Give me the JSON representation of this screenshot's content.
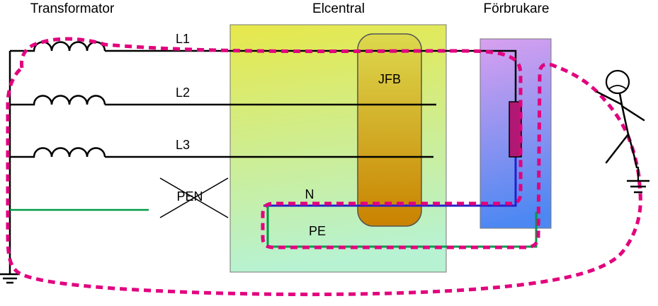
{
  "diagram": {
    "title_transformer": "Transformator",
    "title_central": "Elcentral",
    "title_consumer": "Förbrukare",
    "phase_labels": [
      "L1",
      "L2",
      "L3"
    ],
    "pen_label": "PEN",
    "neutral_label": "N",
    "pe_label": "PE",
    "rcd_label": "JFB"
  },
  "colors": {
    "line": "#000000",
    "neutral_line": "#2020cc",
    "protective_earth": "#009b48",
    "pen_line": "#009b48",
    "fault_path": "#e2007e",
    "central_box_top": "#e7e84a",
    "central_box_bottom": "#b7f2d2",
    "consumer_box_top": "#d9a0ef",
    "consumer_box_bottom": "#4d88f2",
    "rcd_top": "#dcd94e",
    "rcd_bottom": "#c98200",
    "load_fill": "#b01873"
  }
}
